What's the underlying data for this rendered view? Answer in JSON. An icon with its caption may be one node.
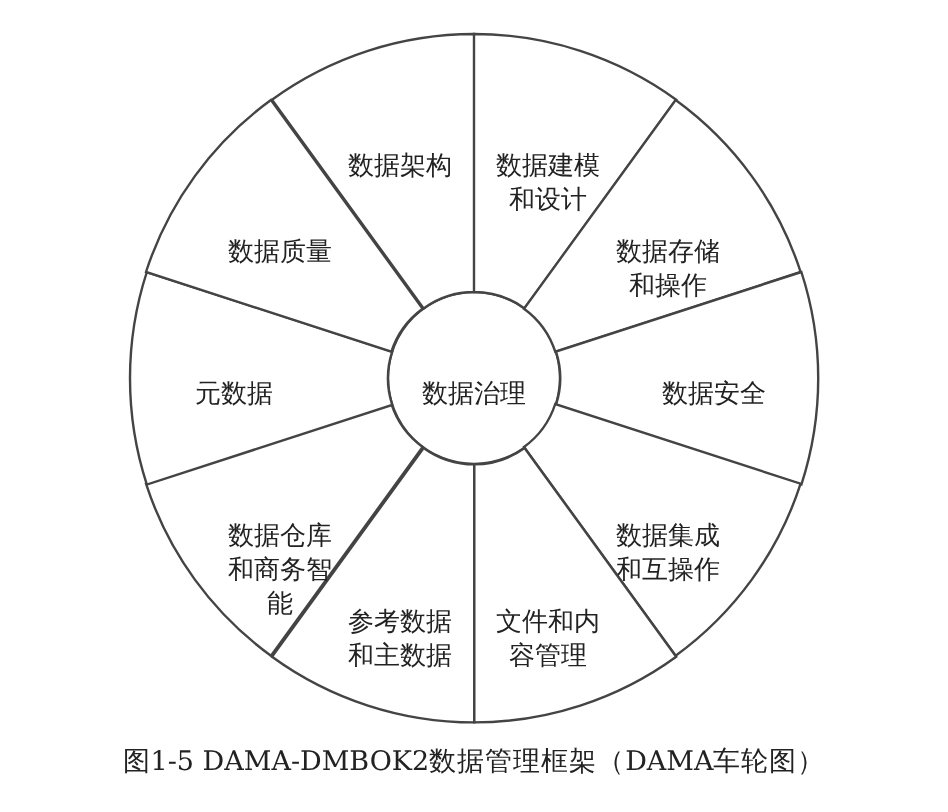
{
  "diagram": {
    "caption": "图1-5 DAMA-DMBOK2数据管理框架（DAMA车轮图）",
    "nodes": [
      {
        "text": [
          "数据治理"
        ]
      },
      {
        "text": [
          "数据架构"
        ]
      },
      {
        "text": [
          "数据建模和设计"
        ]
      },
      {
        "text": [
          "数据存储和操作"
        ]
      },
      {
        "text": [
          "数据安全"
        ]
      },
      {
        "text": [
          "数据集成和互操作"
        ]
      },
      {
        "text": [
          "文件和内容管理"
        ]
      },
      {
        "text": [
          "参考数据和主数据"
        ]
      },
      {
        "text": [
          "数据仓库和商务智能"
        ]
      },
      {
        "text": [
          "元数据"
        ]
      },
      {
        "text": [
          "数据质量"
        ]
      }
    ],
    "edges": []
  }
}
